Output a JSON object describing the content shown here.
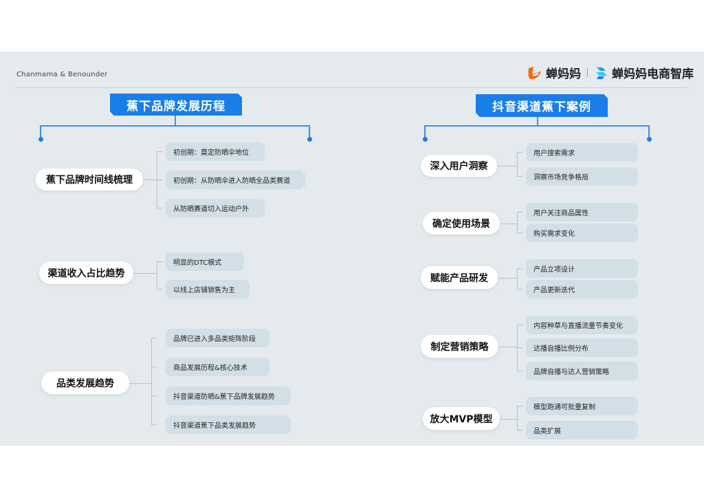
{
  "header": {
    "brand_text": "Chanmama & Benounder",
    "logo1": "蝉妈妈",
    "logo2": "蝉妈妈电商智库",
    "colors": {
      "accent": "#1a7ee8",
      "logo_orange": "#f26a1b",
      "logo_cyan": "#1aa3e8"
    }
  },
  "left": {
    "title": "蕉下品牌发展历程",
    "groups": [
      {
        "label": "蕉下品牌时间线梳理",
        "items": [
          "初创期：奠定防晒伞地位",
          "初创期：从防晒伞进入防晒全品类赛道",
          "从防晒赛道切入运动户外"
        ]
      },
      {
        "label": "渠道收入占比趋势",
        "items": [
          "明显的DTC模式",
          "以线上店铺销售为主"
        ]
      },
      {
        "label": "品类发展趋势",
        "items": [
          "品牌已进入多品类矩阵阶段",
          "商品发展历程&核心技术",
          "抖音渠道防晒&蕉下品牌发展趋势",
          "抖音渠道蕉下品类发展趋势"
        ]
      }
    ]
  },
  "right": {
    "title": "抖音渠道蕉下案例",
    "groups": [
      {
        "label": "深入用户洞察",
        "items": [
          "用户搜索需求",
          "洞察市场竞争格局"
        ]
      },
      {
        "label": "确定使用场景",
        "items": [
          "用户关注商品属性",
          "购买需求变化"
        ]
      },
      {
        "label": "赋能产品研发",
        "items": [
          "产品立项设计",
          "产品更新迭代"
        ]
      },
      {
        "label": "制定营销策略",
        "items": [
          "内容种草与直播流量节奏变化",
          "达播自播比例分布",
          "品牌自播与达人营销策略"
        ]
      },
      {
        "label": "放大MVP模型",
        "items": [
          "模型跑通可批量复制",
          "品类扩展"
        ]
      }
    ]
  }
}
